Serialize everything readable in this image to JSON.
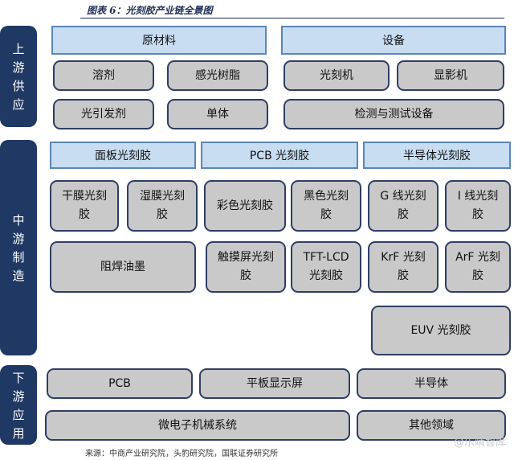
{
  "title": "图表 6：光刻胶产业链全景图",
  "source": "来源：中商产业研究院，头豹研究院，国联证券研究所",
  "watermark": "@乐晴智库",
  "upstream": {
    "label": "上游供应",
    "headers": [
      "原材料",
      "设备"
    ],
    "items": [
      "溶剂",
      "感光树脂",
      "光刻机",
      "显影机",
      "光引发剂",
      "单体",
      "检测与测试设备"
    ]
  },
  "midstream": {
    "label": "中游制造",
    "headers": [
      "面板光刻胶",
      "PCB 光刻胶",
      "半导体光刻胶"
    ],
    "items": [
      "干膜光刻胶",
      "湿膜光刻胶",
      "彩色光刻胶",
      "黑色光刻胶",
      "G 线光刻胶",
      "I 线光刻胶",
      "阻焊油墨",
      "触摸屏光刻胶",
      "TFT-LCD光刻胶",
      "KrF 光刻胶",
      "ArF 光刻胶",
      "EUV 光刻胶"
    ]
  },
  "downstream": {
    "label": "下游应用",
    "items": [
      "PCB",
      "平板显示屏",
      "半导体",
      "微电子机械系统",
      "其他领域"
    ]
  }
}
